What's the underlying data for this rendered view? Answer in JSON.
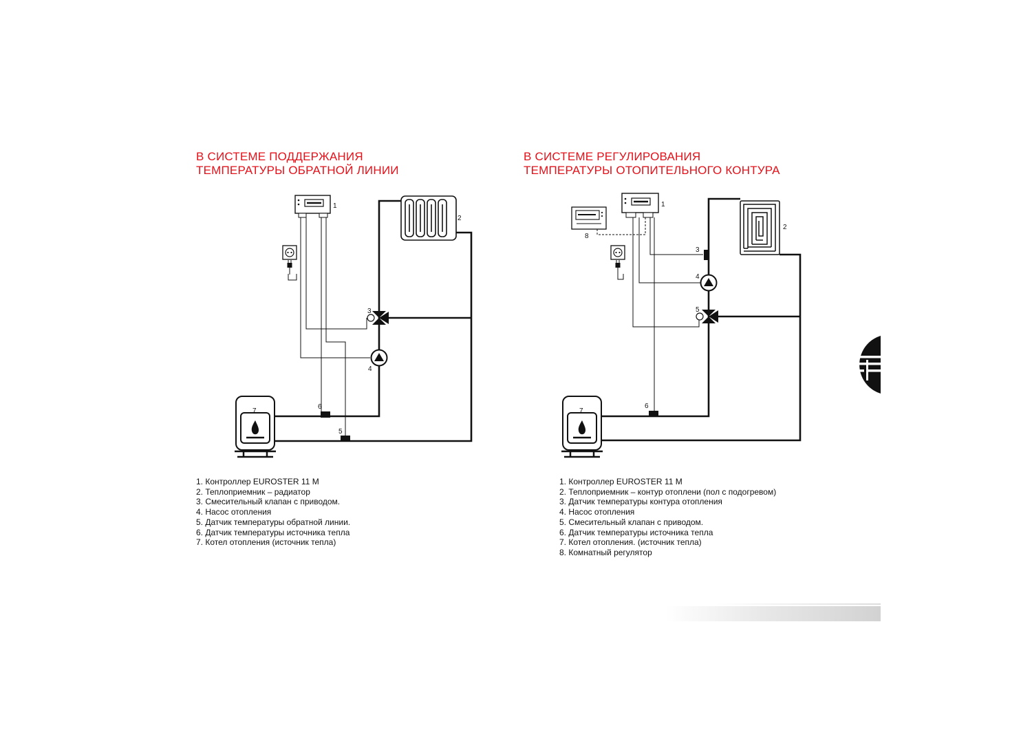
{
  "left": {
    "title_line1": "В СИСТЕМЕ ПОДДЕРЖАНИЯ",
    "title_line2": "ТЕМПЕРАТУРЫ ОБРАТНОЙ ЛИНИИ",
    "labels": {
      "controller": "1",
      "radiator": "2",
      "valve": "3",
      "pump": "4",
      "sensor_return": "5",
      "sensor_source": "6",
      "boiler": "7"
    },
    "legend": [
      "1. Контроллер EUROSTER 11 M",
      "2. Теплоприемник – радиатор",
      "3. Смесительный клапан с приводом.",
      "4. Насос отопления",
      "5. Датчик температуры обратной линии.",
      "6. Датчик температуры источника тепла",
      "7. Котел  отопления (источник тепла)"
    ]
  },
  "right": {
    "title_line1": "В СИСТЕМЕ РЕГУЛИРОВАНИЯ",
    "title_line2": "ТЕМПЕРАТУРЫ ОТОПИТЕЛЬНОГО КОНТУРА",
    "labels": {
      "controller": "1",
      "floor": "2",
      "sensor_circuit": "3",
      "pump": "4",
      "valve": "5",
      "sensor_source": "6",
      "boiler": "7",
      "room": "8"
    },
    "legend": [
      "1. Контроллер EUROSTER 11 M",
      "2. Теплоприемник – контур отоплени (пол с подогревом)",
      "3. Датчик температуры контура отопления",
      "4. Насос отопления",
      "5. Смесительный клапан с приводом.",
      "6. Датчик температуры источника тепла",
      "7. Котел отопления. (источник тепла)",
      "8. Комнатный регулятор"
    ]
  },
  "colors": {
    "accent": "#e3111a",
    "line": "#111111"
  }
}
